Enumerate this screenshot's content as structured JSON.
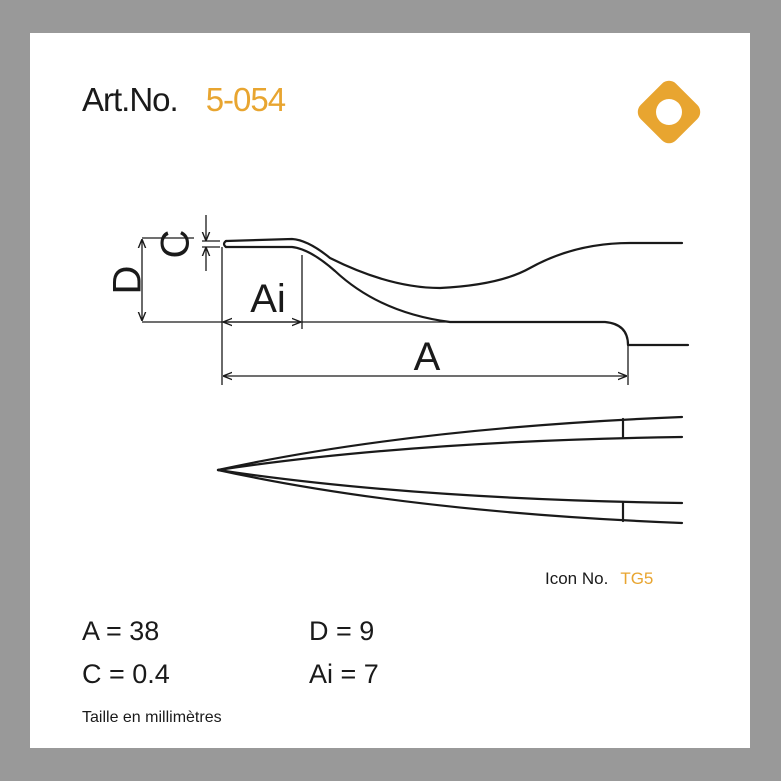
{
  "header": {
    "label": "Art.No.",
    "number": "5-054"
  },
  "colors": {
    "accent": "#e8a530",
    "line": "#1a1a1a",
    "frame": "#999999"
  },
  "logo": {
    "icon": "rounded-diamond-with-circle-icon"
  },
  "diagram": {
    "labels": {
      "d": "D",
      "c": "C",
      "ai": "Ai",
      "a": "A"
    }
  },
  "icon_no": {
    "label": "Icon No.",
    "value": "TG5"
  },
  "specs": {
    "a": "A = 38",
    "d": "D = 9",
    "c": "C = 0.4",
    "ai": "Ai = 7"
  },
  "note": "Taille en millimètres"
}
